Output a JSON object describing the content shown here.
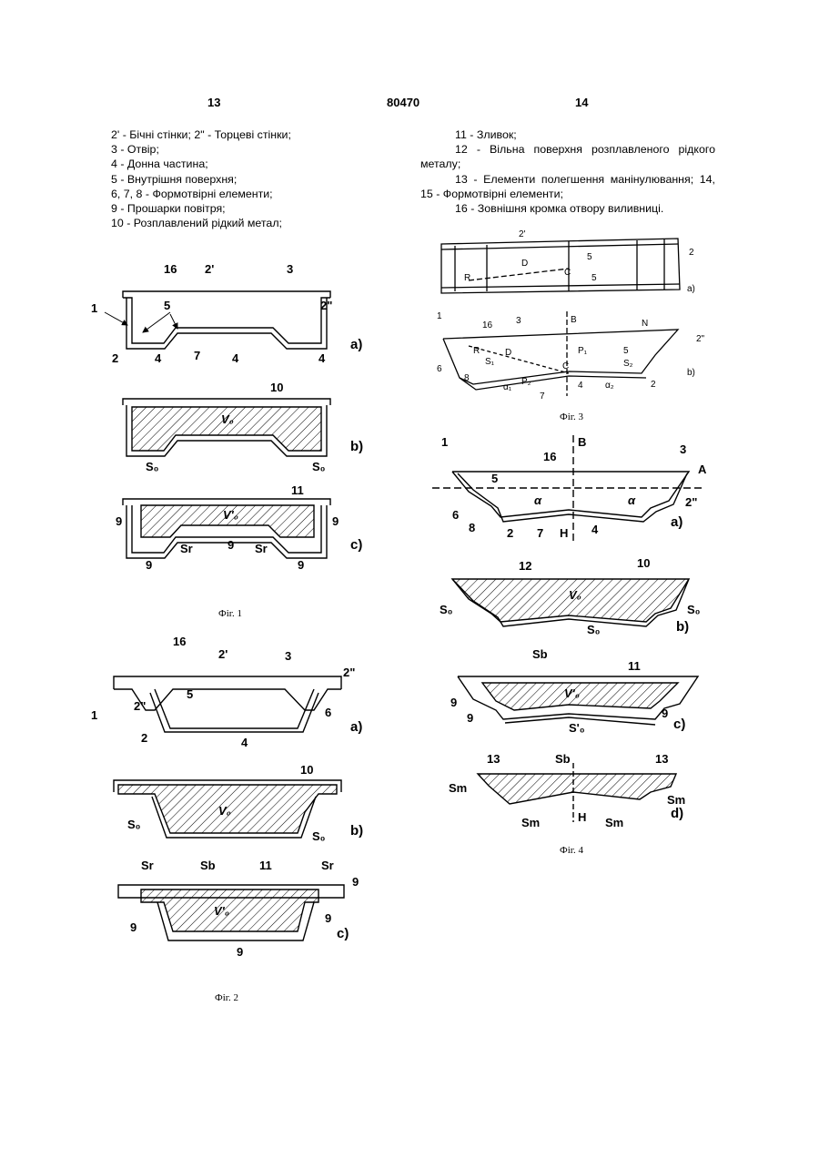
{
  "header": {
    "left_page": "13",
    "center_number": "80470",
    "right_page": "14"
  },
  "left_legend": [
    "2' - Бічні стінки; 2\" - Торцеві стінки;",
    "3 - Отвір;",
    "4 - Донна частина;",
    "5 - Внутрішня поверхня;",
    "6, 7, 8 - Формотвірні елементи;",
    "9 - Прошарки повітря;",
    "10 - Розплавлений рідкий метал;"
  ],
  "right_legend": [
    "11 - Зливок;",
    "12 - Вільна поверхня розплавленого рідкого металу;",
    "13 - Елементи полегшення манінулювання; 14, 15 - Формотвірні елементи;",
    "16 - Зовнішня кромка отвору виливниці."
  ],
  "figures": {
    "fig1": {
      "caption": "Фіг. 1",
      "a_labels": [
        "16",
        "2'",
        "3",
        "1",
        "5",
        "2\"",
        "2",
        "4",
        "7",
        "4",
        "4",
        "a)"
      ],
      "b_labels": [
        "10",
        "V₀",
        "S₀",
        "S₀",
        "b)"
      ],
      "c_labels": [
        "11",
        "V'₀",
        "9",
        "9",
        "Sr",
        "Sr",
        "9",
        "9",
        "9",
        "c)"
      ]
    },
    "fig2": {
      "caption": "Фіг. 2",
      "a_labels": [
        "16",
        "2'",
        "3",
        "2\"",
        "1",
        "2\"",
        "5",
        "6",
        "2",
        "4",
        "a)"
      ],
      "b_labels": [
        "10",
        "V₀",
        "S₀",
        "S₀",
        "b)"
      ],
      "c_labels": [
        "Sr",
        "Sb",
        "11",
        "Sr",
        "9",
        "V'₀",
        "9",
        "9",
        "9",
        "c)"
      ]
    },
    "fig3": {
      "caption": "Фіг. 3",
      "a_labels": [
        "2'",
        "5",
        "2",
        "R",
        "D",
        "C",
        "5",
        "a)"
      ],
      "b_labels": [
        "1",
        "16",
        "3",
        "B",
        "N",
        "2\"",
        "R",
        "D",
        "P₁",
        "5",
        "S₁",
        "S₂",
        "6",
        "8",
        "α₁",
        "P₂",
        "C",
        "7",
        "4",
        "α₂",
        "2",
        "b)"
      ]
    },
    "fig4": {
      "caption": "Фіг. 4",
      "a_labels": [
        "1",
        "16",
        "B",
        "3",
        "A",
        "5",
        "2\"",
        "α",
        "α",
        "6",
        "8",
        "2",
        "7",
        "H",
        "4",
        "a)"
      ],
      "b_labels": [
        "12",
        "10",
        "V₀",
        "S₀",
        "S₀",
        "S₀",
        "b)"
      ],
      "c_labels": [
        "Sb",
        "11",
        "V'₀",
        "9",
        "9",
        "9",
        "S'₀",
        "c)"
      ],
      "d_labels": [
        "13",
        "Sb",
        "13",
        "Sm",
        "Sm",
        "Sm",
        "H",
        "Sm",
        "d)"
      ]
    }
  }
}
